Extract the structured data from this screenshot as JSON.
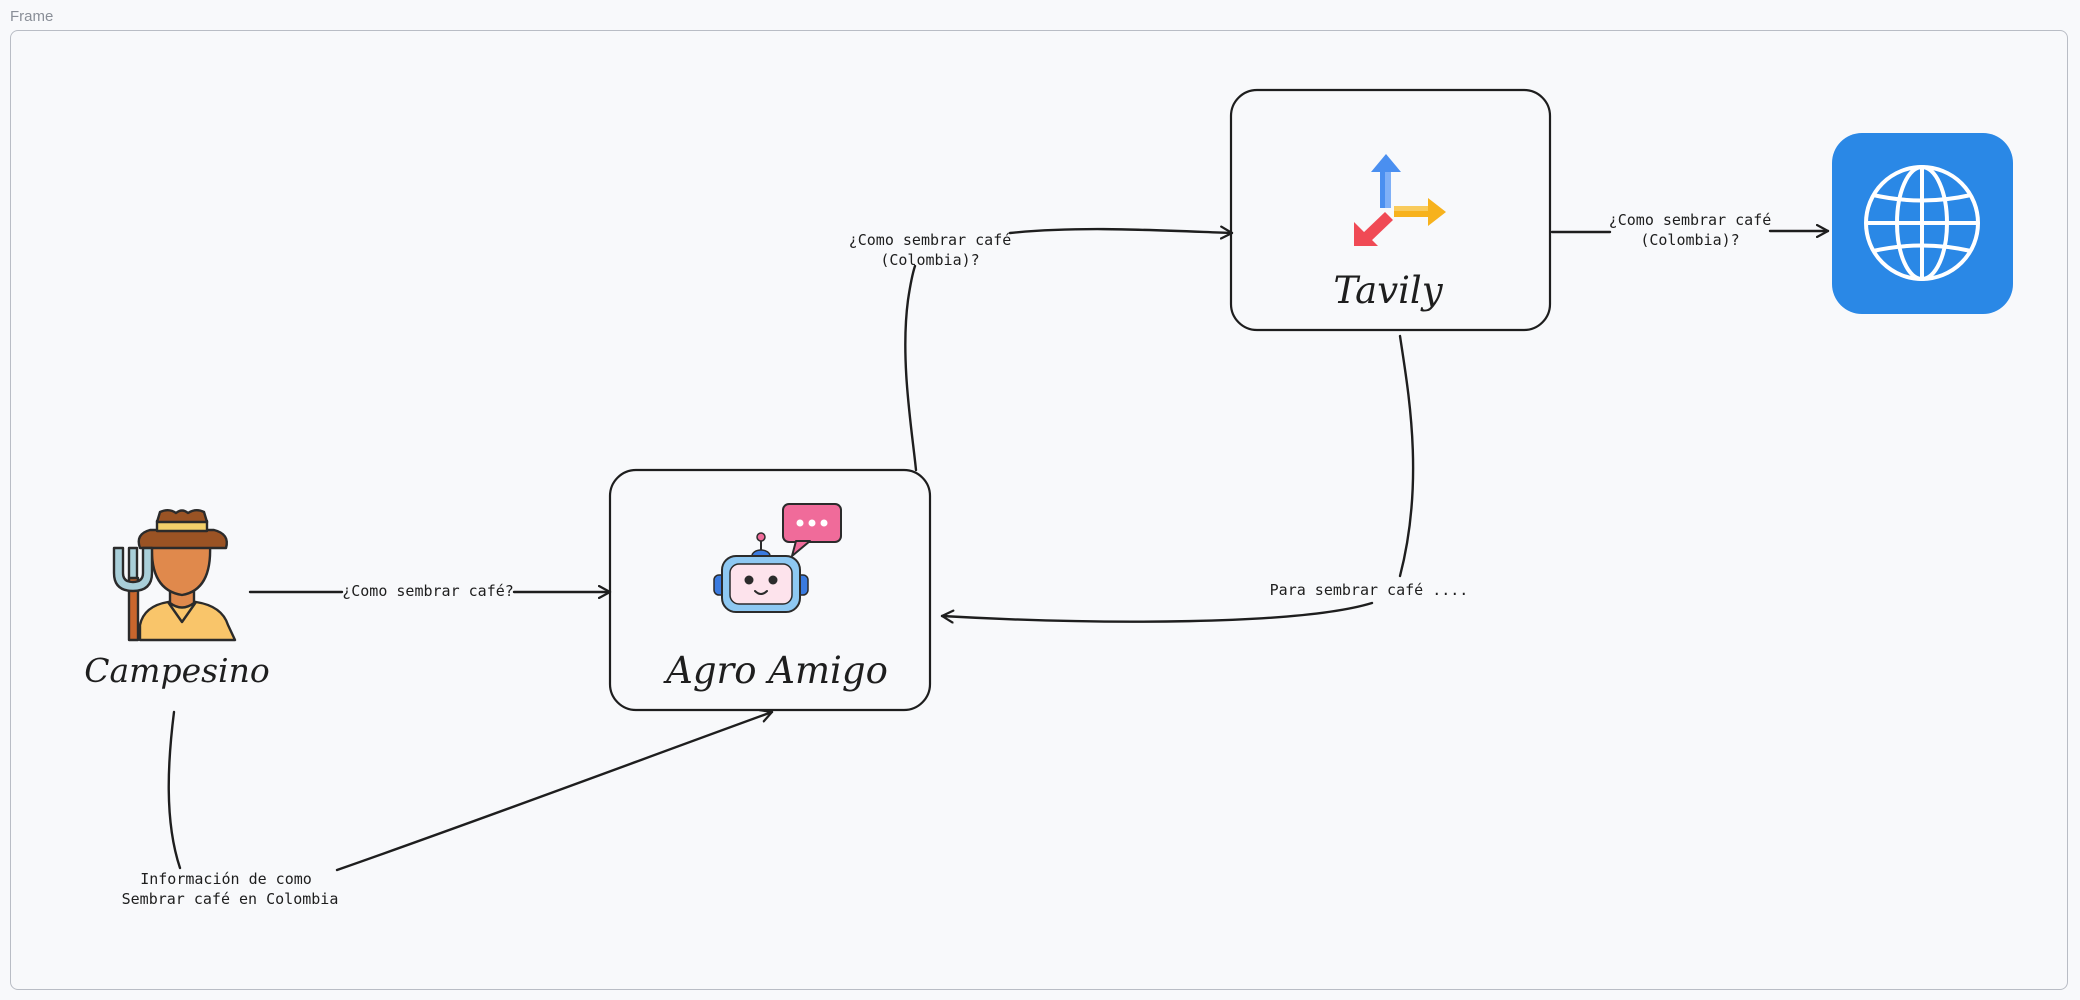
{
  "frame": {
    "label": "Frame"
  },
  "nodes": {
    "campesino": {
      "label": "Campesino"
    },
    "agro_amigo": {
      "label": "Agro Amigo"
    },
    "tavily": {
      "label": "Tavily"
    }
  },
  "edges": {
    "campesino_to_agro": {
      "label": "¿Como sembrar café?"
    },
    "agro_to_tavily": {
      "line1": "¿Como sembrar café",
      "line2": "(Colombia)?"
    },
    "tavily_to_web": {
      "line1": "¿Como sembrar café",
      "line2": "(Colombia)?"
    },
    "tavily_to_agro": {
      "label": "Para sembrar café ...."
    },
    "info_to_agro": {
      "line1": "Información de como",
      "line2": "Sembrar café en Colombia"
    }
  },
  "icons": {
    "farmer": "farmer-icon",
    "robot": "robot-chat-icon",
    "tavily_logo": "tavily-arrows-icon",
    "web": "globe-icon"
  },
  "colors": {
    "globe_bg": "#2a88e6",
    "stroke": "#1e1e1e",
    "background": "#f8f9fb"
  }
}
